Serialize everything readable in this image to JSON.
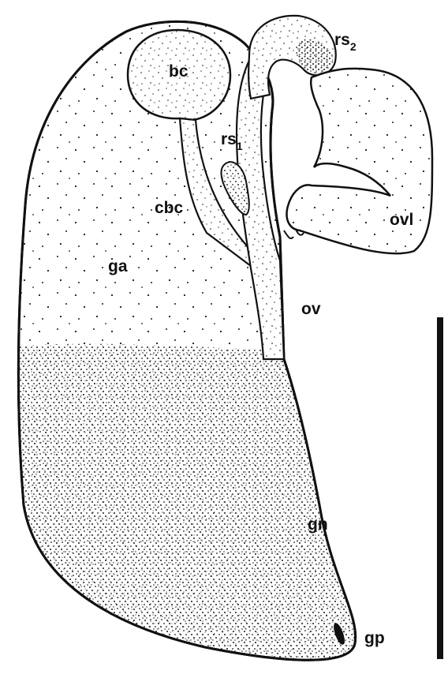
{
  "figure": {
    "labels": {
      "bc": "bc",
      "rs1_main": "rs",
      "rs1_sub": "1",
      "rs2_main": "rs",
      "rs2_sub": "2",
      "cbc": "cbc",
      "ga": "ga",
      "ov": "ov",
      "ovl": "ovl",
      "gn": "gn",
      "gp": "gp"
    },
    "colors": {
      "outline": "#111111",
      "stipple": "#1a1a1a",
      "background": "#ffffff"
    },
    "scale_bar": {
      "present": true,
      "label": ""
    }
  }
}
